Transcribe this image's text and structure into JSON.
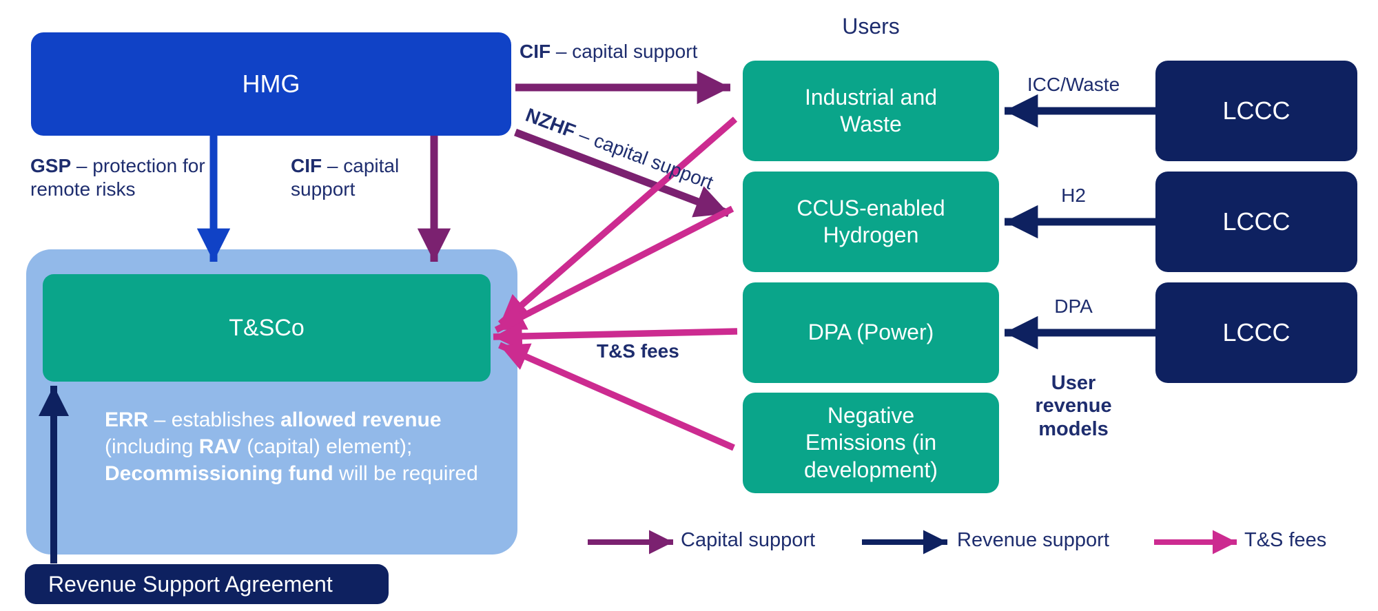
{
  "colors": {
    "hmg_blue": "#1042c6",
    "teal": "#0aa58a",
    "navy": "#0e2160",
    "light_blue": "#92b9e9",
    "purple": "#7b2170",
    "pink": "#cc2b90",
    "text_navy": "#1e2d6e",
    "white": "#ffffff"
  },
  "boxes": {
    "hmg": "HMG",
    "tsco": "T&SCo",
    "rsa": "Revenue Support Agreement",
    "lccc": "LCCC",
    "users_heading": "Users",
    "users": [
      {
        "name": "industrial-and-waste",
        "lines": [
          "Industrial and",
          "Waste"
        ]
      },
      {
        "name": "ccus-enabled-hydrogen",
        "lines": [
          "CCUS-enabled",
          "Hydrogen"
        ]
      },
      {
        "name": "dpa-power",
        "lines": [
          "DPA (Power)"
        ]
      },
      {
        "name": "negative-emissions",
        "lines": [
          "Negative",
          "Emissions (in",
          "development)"
        ]
      }
    ]
  },
  "err": {
    "segments": [
      {
        "text": "ERR",
        "bold": true
      },
      {
        "text": " – establishes ",
        "bold": false
      },
      {
        "text": "allowed revenue",
        "bold": true
      },
      {
        "text": " (including ",
        "bold": false
      },
      {
        "text": "RAV",
        "bold": true
      },
      {
        "text": " (capital) element); ",
        "bold": false
      },
      {
        "text": "Decommissioning fund",
        "bold": true
      },
      {
        "text": " will be required",
        "bold": false
      }
    ]
  },
  "annotations": {
    "gsp": {
      "bold": "GSP",
      "rest": " – protection for remote risks"
    },
    "cif_down": {
      "bold": "CIF",
      "rest": " – capital support"
    },
    "cif_right": {
      "bold": "CIF",
      "rest": " – capital support"
    },
    "nzhf": {
      "bold": "NZHF",
      "rest": " – capital support"
    },
    "ts_fees": "T&S fees",
    "user_revenue_models": [
      "User",
      "revenue",
      "models"
    ],
    "lccc_arrows": [
      "ICC/Waste",
      "H2",
      "DPA"
    ]
  },
  "legend": [
    {
      "label": "Capital support",
      "color": "#7b2170"
    },
    {
      "label": "Revenue support",
      "color": "#0e2160"
    },
    {
      "label": "T&S fees",
      "color": "#cc2b90"
    }
  ]
}
